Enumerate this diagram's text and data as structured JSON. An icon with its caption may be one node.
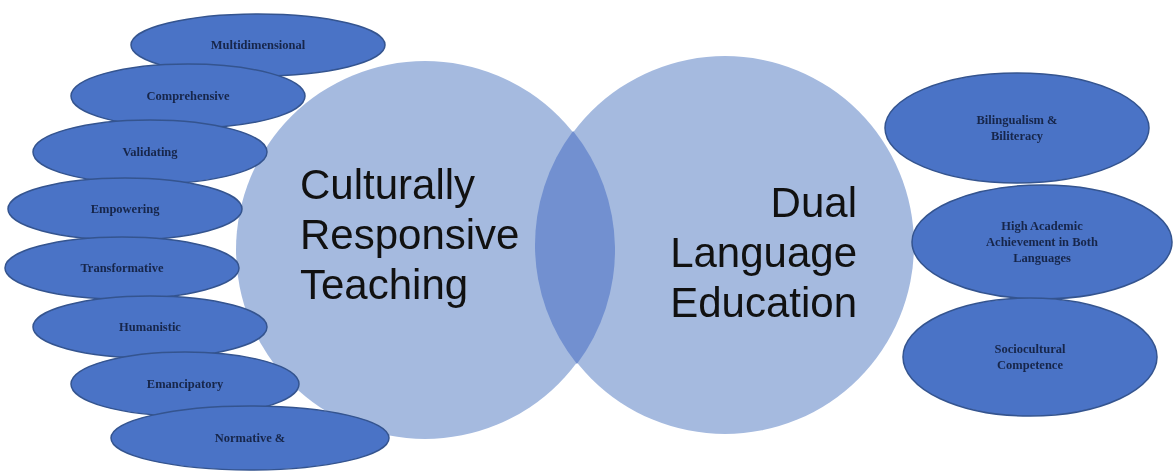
{
  "diagram": {
    "nodes": [
      {
        "text": [
          "Culturally Responsive Teaching"
        ]
      },
      {
        "text": [
          "Dual Language Education"
        ]
      },
      {
        "text": [
          "Multidimensional"
        ]
      },
      {
        "text": [
          "Comprehensive"
        ]
      },
      {
        "text": [
          "Validating"
        ]
      },
      {
        "text": [
          "Empowering"
        ]
      },
      {
        "text": [
          "Transformative"
        ]
      },
      {
        "text": [
          "Humanistic"
        ]
      },
      {
        "text": [
          "Emancipatory"
        ]
      },
      {
        "text": [
          "Normative &"
        ]
      },
      {
        "text": [
          "Bilingualism & Biliteracy"
        ]
      },
      {
        "text": [
          "High Academic Achievement in Both Languages"
        ]
      },
      {
        "text": [
          "Sociocultural Competence"
        ]
      },
      {
        "text": [],
        "shape": "lens"
      }
    ],
    "edges": []
  }
}
